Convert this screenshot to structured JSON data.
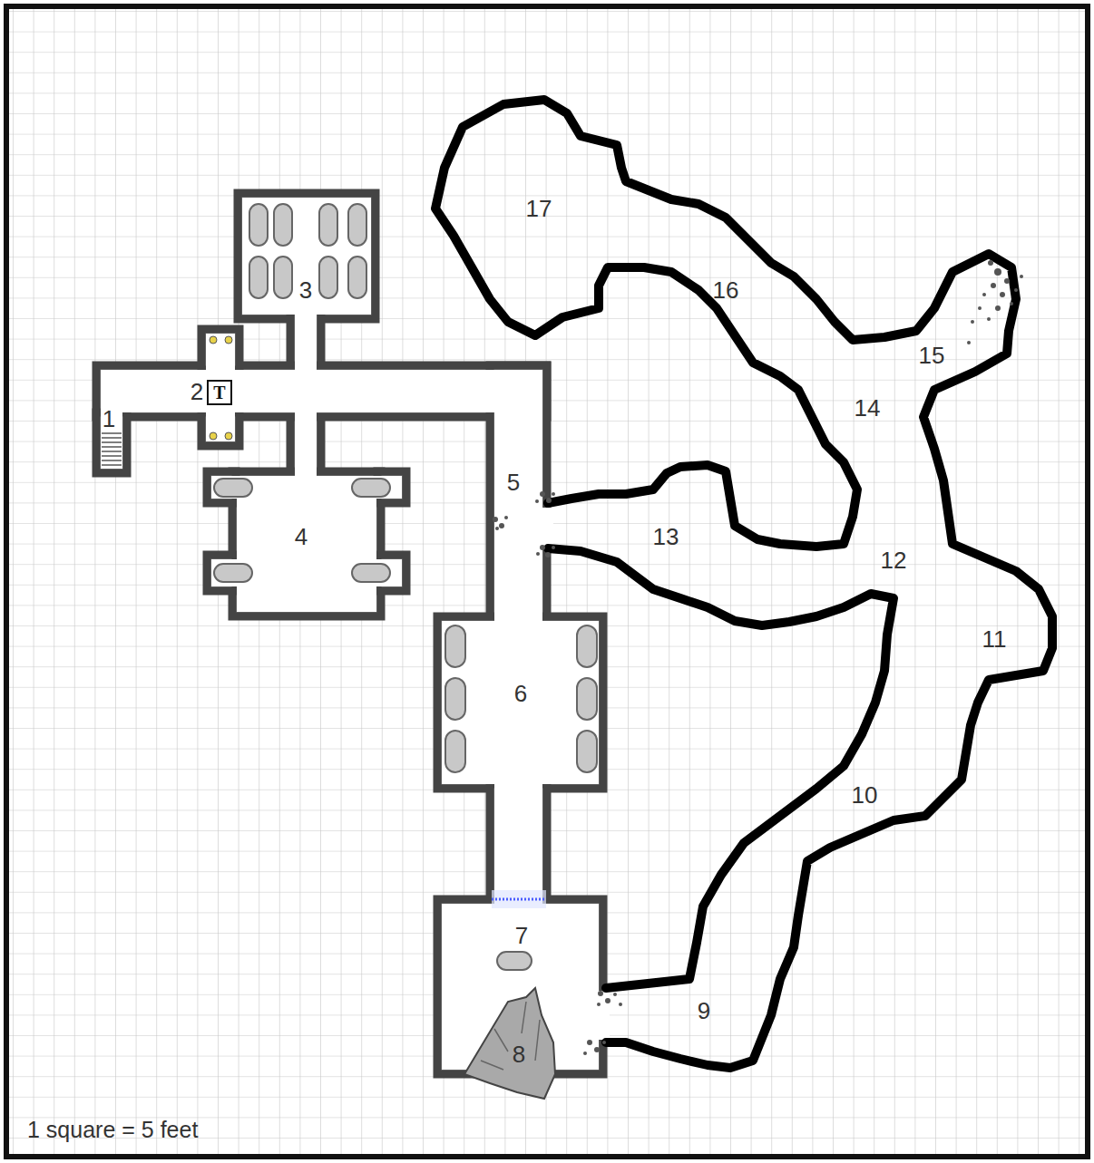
{
  "diagram": {
    "nodes": [
      {
        "text": [
          "T"
        ]
      }
    ],
    "labels": [
      "1",
      "2",
      "3",
      "4",
      "5",
      "6",
      "7",
      "8",
      "9",
      "10",
      "11",
      "12",
      "13",
      "14",
      "15",
      "16",
      "17",
      "1 square = 5 feet"
    ]
  }
}
